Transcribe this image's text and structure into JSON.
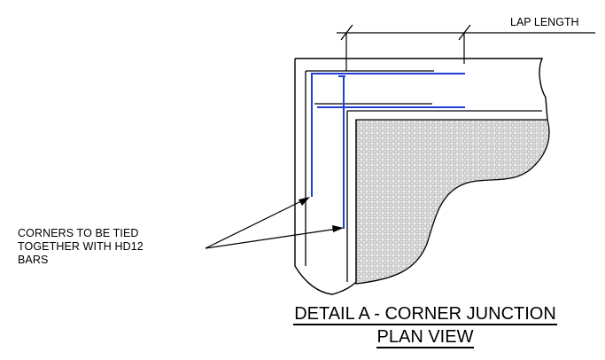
{
  "detail": {
    "lap_label": "LAP LENGTH",
    "note_lines": [
      "CORNERS TO BE TIED",
      "TOGETHER WITH HD12",
      "BARS"
    ],
    "title_line1": "DETAIL A - CORNER JUNCTION",
    "title_line2": "PLAN VIEW"
  },
  "colors": {
    "line": "#000000",
    "rebar": "#1f3fd0",
    "concrete_fill": "#dcdcdc",
    "concrete_pattern": "#b0b0b0"
  }
}
